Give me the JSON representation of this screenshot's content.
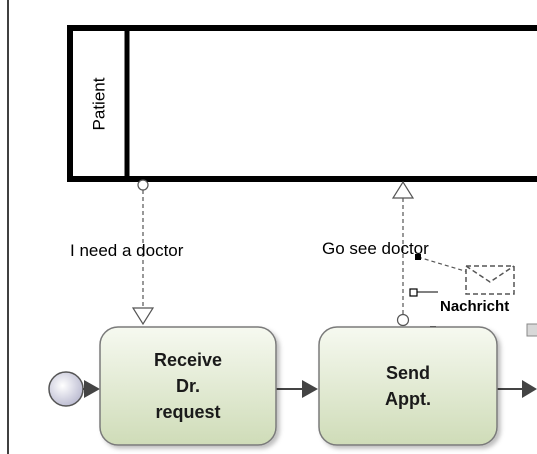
{
  "pool": {
    "label": "Patient"
  },
  "messages": [
    {
      "label": "I need a doctor"
    },
    {
      "label": "Go see doctor"
    }
  ],
  "tasks": [
    {
      "label_lines": [
        "Receive",
        "Dr.",
        "request"
      ]
    },
    {
      "label_lines": [
        "Send",
        "Appt."
      ]
    }
  ],
  "message_artifact": {
    "label": "Nachricht",
    "icon": "envelope-icon"
  },
  "colors": {
    "task_fill_top": "#f6f9f0",
    "task_fill_bottom": "#cfdcb8",
    "task_border": "#7a7a7a",
    "start_event_fill": "#c9c9dd",
    "edge": "#555555"
  }
}
